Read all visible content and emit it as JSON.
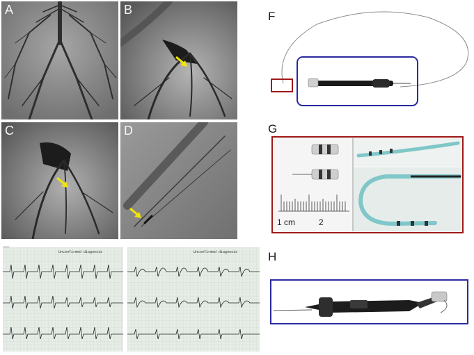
{
  "panels": {
    "A": {
      "label": "A"
    },
    "B": {
      "label": "B"
    },
    "C": {
      "label": "C"
    },
    "D": {
      "label": "D"
    },
    "E": {
      "label": "E",
      "header_left": "Unconfirmed diagnosis",
      "header_right": "Unconfirmed diagnosis"
    },
    "F": {
      "label": "F"
    },
    "G": {
      "label": "G",
      "scale_unit": "1 cm",
      "scale_mark": "2"
    },
    "H": {
      "label": "H"
    }
  },
  "colors": {
    "arrow": "#f2e600",
    "box_blue": "#2a2aa0",
    "box_red": "#a01818",
    "catheter_teal": "#7fc7c9"
  }
}
